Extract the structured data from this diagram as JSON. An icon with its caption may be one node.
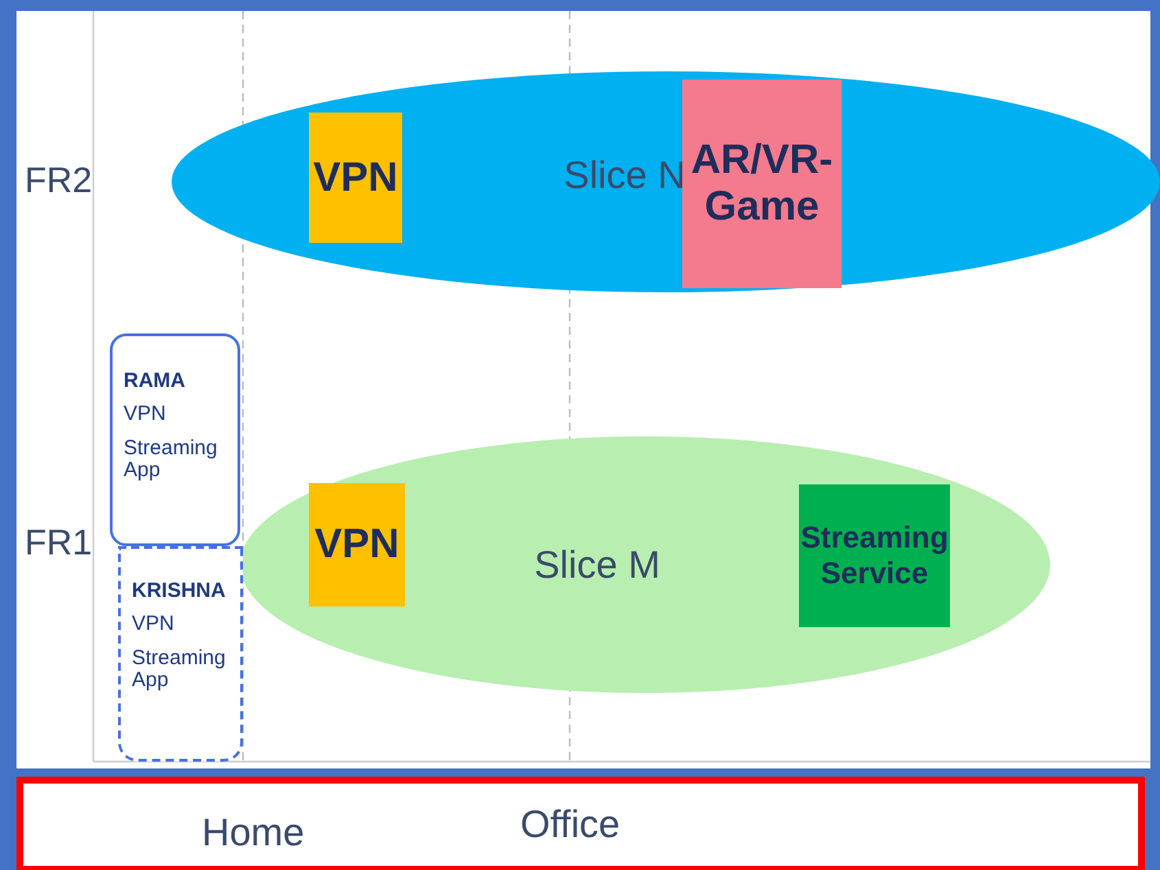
{
  "diagram": {
    "nodes": [
      {
        "text": [
          "Slice N"
        ]
      },
      {
        "text": [
          "VPN"
        ],
        "in": 0
      },
      {
        "text": [
          "AR/VR-Game"
        ],
        "in": 0
      },
      {
        "text": [
          "RAMA",
          "VPN",
          "Streaming App"
        ]
      },
      {
        "text": [
          "Slice M"
        ]
      },
      {
        "text": [
          "VPN"
        ],
        "in": 4
      },
      {
        "text": [
          "Streaming Service"
        ],
        "in": 4
      },
      {
        "text": [
          "KRISHNA",
          "VPN",
          "Streaming App"
        ]
      }
    ],
    "edges": [],
    "labels": [
      "FR2",
      "FR1",
      "Home",
      "Office"
    ]
  }
}
